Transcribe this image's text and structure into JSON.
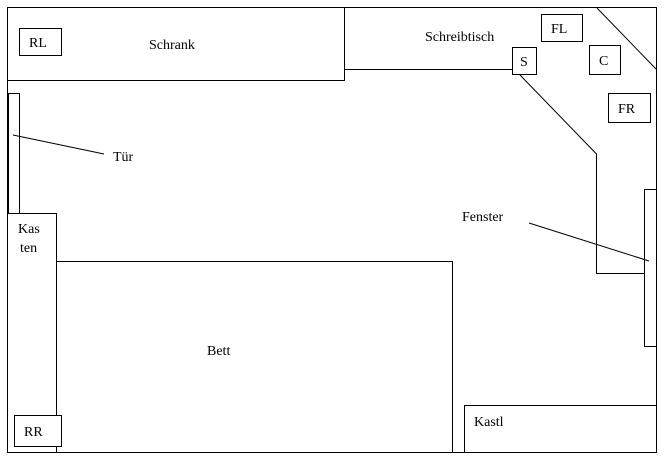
{
  "labels": {
    "schrank": "Schrank",
    "schreibtisch": "Schreibtisch",
    "tuer": "Tür",
    "fenster": "Fenster",
    "kasten_line1": "Kas",
    "kasten_line2": "ten",
    "bett": "Bett",
    "kastl": "Kastl"
  },
  "markers": {
    "rl": "RL",
    "rr": "RR",
    "fl": "FL",
    "fr": "FR",
    "c": "C",
    "s": "S"
  },
  "colors": {
    "stroke": "#000000",
    "background": "#ffffff"
  }
}
